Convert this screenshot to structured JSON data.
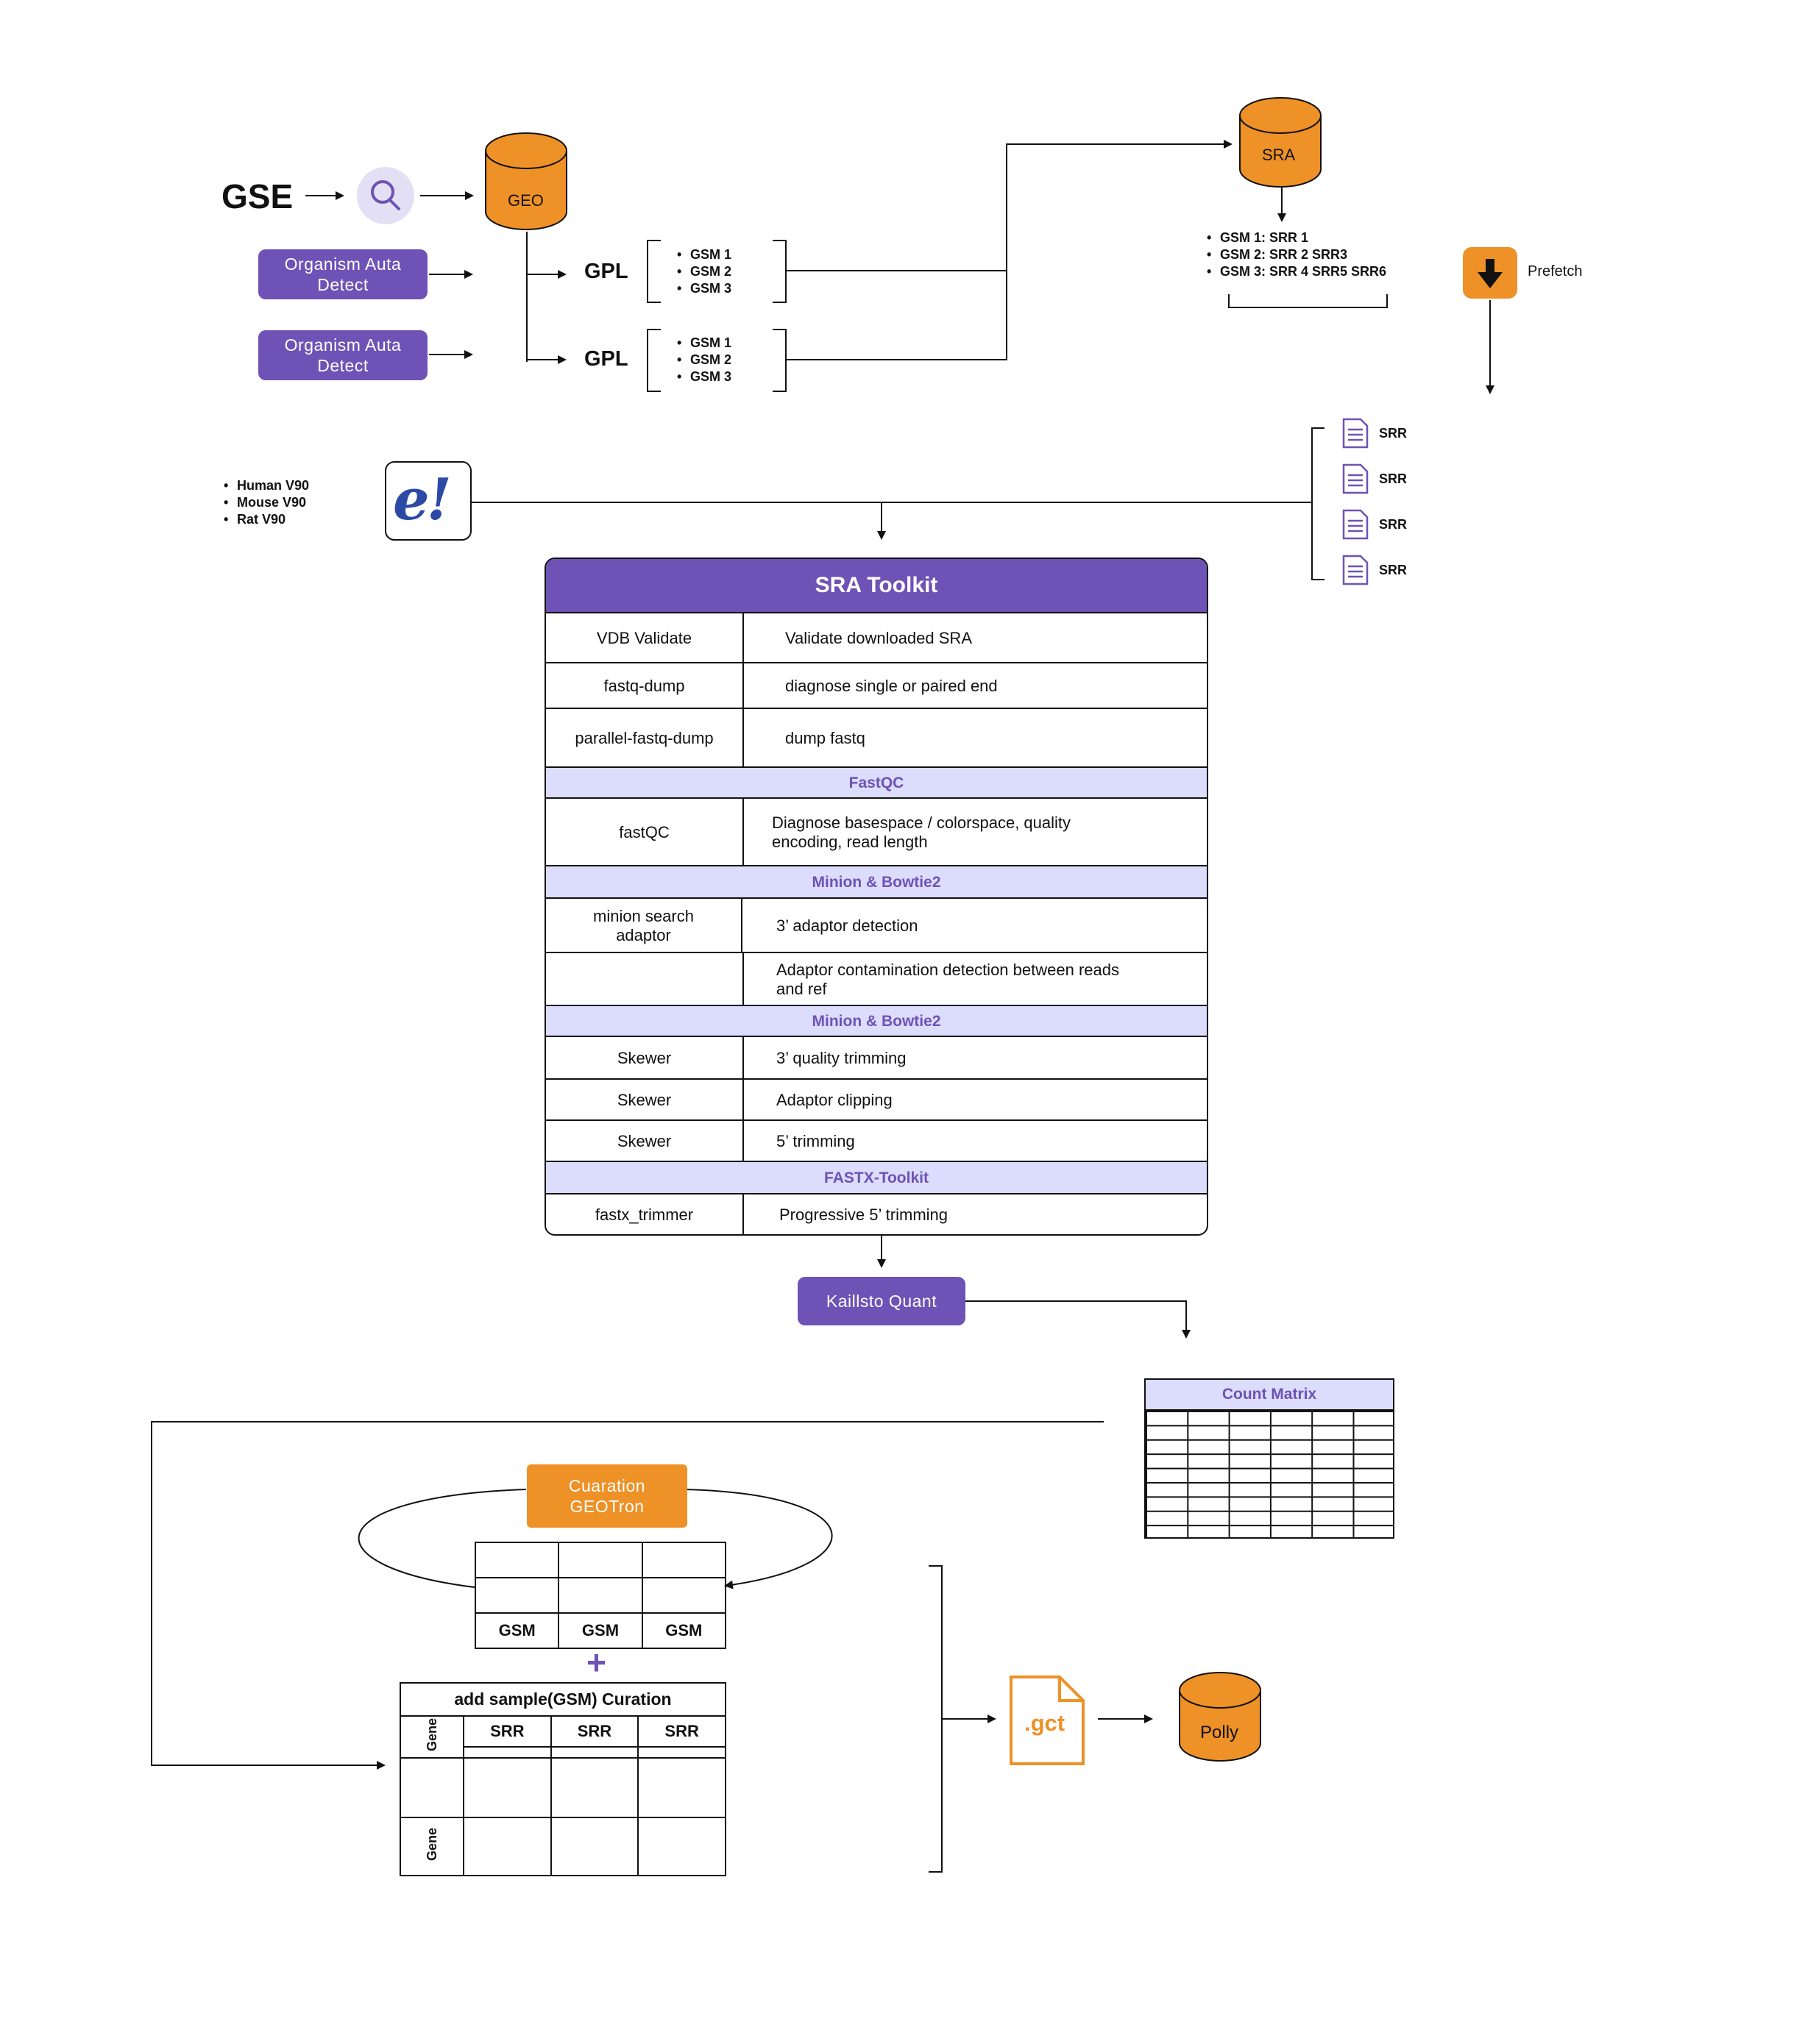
{
  "colors": {
    "purple": "#6e52b5",
    "orange": "#ee9127",
    "lavender": "#dcdcfc",
    "search_bg": "#e3e0f6"
  },
  "top": {
    "gse": "GSE",
    "geo": "GEO",
    "sra": "SRA",
    "organism_1": "Organism Auta Detect",
    "organism_2": "Organism Auta Detect",
    "gpl_1": "GPL",
    "gpl_2": "GPL",
    "gsm_list_1": [
      "GSM 1",
      "GSM 2",
      "GSM 3"
    ],
    "gsm_list_2": [
      "GSM 1",
      "GSM 2",
      "GSM 3"
    ],
    "sra_map": [
      "GSM 1: SRR 1",
      "GSM 2: SRR 2 SRR3",
      "GSM 3: SRR 4 SRR5 SRR6"
    ],
    "prefetch": "Prefetch",
    "srr_files": [
      "SRR",
      "SRR",
      "SRR",
      "SRR"
    ],
    "ensembl_versions": [
      "Human V90",
      "Mouse V90",
      "Rat V90"
    ],
    "ensembl_logo_text": "e!"
  },
  "toolkit": {
    "title": "SRA Toolkit",
    "rows_a": [
      {
        "tool": "VDB Validate",
        "desc": "Validate downloaded SRA"
      },
      {
        "tool": "fastq-dump",
        "desc": "diagnose single or paired end"
      },
      {
        "tool": "parallel-fastq-dump",
        "desc": "dump fastq"
      }
    ],
    "sec_fastqc": "FastQC",
    "rows_b": [
      {
        "tool": "fastQC",
        "desc": "Diagnose basespace / colorspace, quality encoding, read length"
      }
    ],
    "sec_minion_1": "Minion & Bowtie2",
    "rows_c": [
      {
        "tool": "minion search adaptor",
        "desc": "3’ adaptor detection"
      },
      {
        "tool": "",
        "desc": "Adaptor contamination detection between reads and ref"
      }
    ],
    "sec_minion_2": "Minion & Bowtie2",
    "rows_d": [
      {
        "tool": "Skewer",
        "desc": "3’ quality trimming"
      },
      {
        "tool": "Skewer",
        "desc": "Adaptor clipping"
      },
      {
        "tool": "Skewer",
        "desc": "5’ trimming"
      }
    ],
    "sec_fastx": "FASTX-Toolkit",
    "rows_e": [
      {
        "tool": "fastx_trimmer",
        "desc": "Progressive 5’ trimming"
      }
    ]
  },
  "bottom": {
    "kallisto": "Kaillsto Quant",
    "count_matrix": "Count Matrix",
    "curation": "Cuaration GEOTron",
    "gsm_headers": [
      "GSM",
      "GSM",
      "GSM"
    ],
    "plus": "+",
    "sample_curation": "add sample(GSM) Curation",
    "srr_headers": [
      "SRR",
      "SRR",
      "SRR"
    ],
    "gene_label_1": "Gene",
    "gene_label_2": "Gene",
    "gct": ".gct",
    "polly": "Polly"
  }
}
